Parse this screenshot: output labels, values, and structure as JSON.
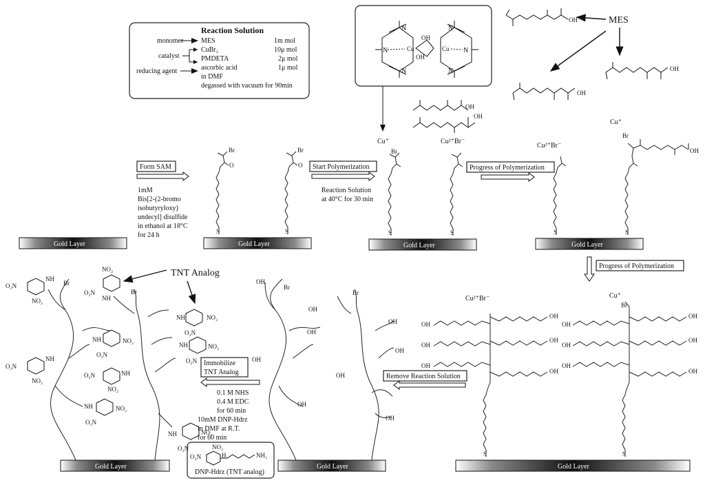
{
  "reaction_solution": {
    "title": "Reaction Solution",
    "role_monomer": "monomer",
    "role_catalyst": "catalyst",
    "role_reducing": "reducing agent",
    "rows": [
      {
        "name": "MES",
        "amount": "1m mol"
      },
      {
        "name": "CuBr₂",
        "amount": "10μ mol"
      },
      {
        "name": "PMDETA",
        "amount": "2μ mol"
      },
      {
        "name": "ascorbic acid",
        "amount": "1μ mol"
      },
      {
        "name": "in DMF",
        "amount": ""
      },
      {
        "name": "degassed with vacuum for 90min",
        "amount": ""
      }
    ]
  },
  "labels": {
    "mes": "MES",
    "gold_layer": "Gold Layer",
    "form_sam": "Form SAM",
    "start_polymerization": "Start Polymerization",
    "progress_polymerization": "Progress of Polymerization",
    "remove_reaction_solution": "Remove Reaction Solution",
    "immobilize_line1": "Immobilize",
    "immobilize_line2": "TNT Analog",
    "tnt_analog": "TNT Analog",
    "dnp_hdrz_caption": "DNP-Hdrz (TNT analog)",
    "cu_plus": "Cu⁺",
    "cu2_br": "Cu²⁺Br⁻",
    "br": "Br",
    "oh": "OH",
    "no2": "NO₂",
    "o2n": "O₂N",
    "nh": "NH",
    "h": "H",
    "n": "N",
    "nh2": "NH₂",
    "s": "S",
    "o": "O",
    "cu": "Cu"
  },
  "conditions": {
    "sam": [
      "1mM",
      "Bis[2-(2-bromo",
      "isobutyryloxy)",
      "undecyl] disulfide",
      "in ethanol at 18°C",
      "for 24 h"
    ],
    "polymerization": [
      "Reaction Solution",
      "at 40°C for 30 min"
    ],
    "immobilize": [
      "0.1 M NHS",
      "0.4 M EDC",
      "for 60 min",
      "",
      "10mM DNP-Hdrz",
      "in DMF at R.T.",
      "for 60 min"
    ]
  }
}
